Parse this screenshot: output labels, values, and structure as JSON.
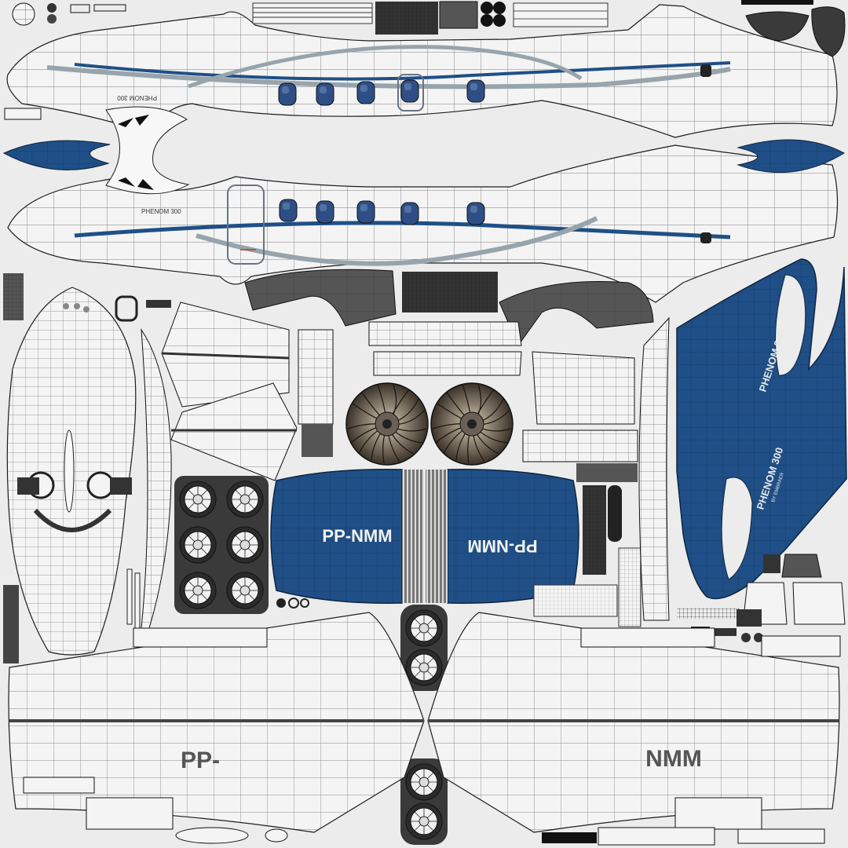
{
  "texture": {
    "registration_left": "PP-NMM",
    "registration_right": "PP-NMM",
    "wing_text_left": "PP-",
    "wing_text_right": "NMM",
    "model_name": "PHENOM 300",
    "maker_name": "BY EMBRAER",
    "fuselage_mark_top": "PHENOM 300",
    "fuselage_mark_bottom": "PHENOM 300"
  },
  "colors": {
    "background": "#ececec",
    "panel": "#f4f4f4",
    "wire": "#1c1c1c",
    "livery_blue": "#1f4f86",
    "livery_blue_dark": "#163d6b",
    "stripe_grey": "#97a4ac",
    "rubber": "#2b2b2b",
    "engine_bronze": "#8a7a64",
    "window_blue": "#2e4f86"
  },
  "icons": {
    "fan": "turbofan-blade-icon",
    "wheel": "landing-wheel-icon",
    "window": "cabin-window-icon"
  }
}
